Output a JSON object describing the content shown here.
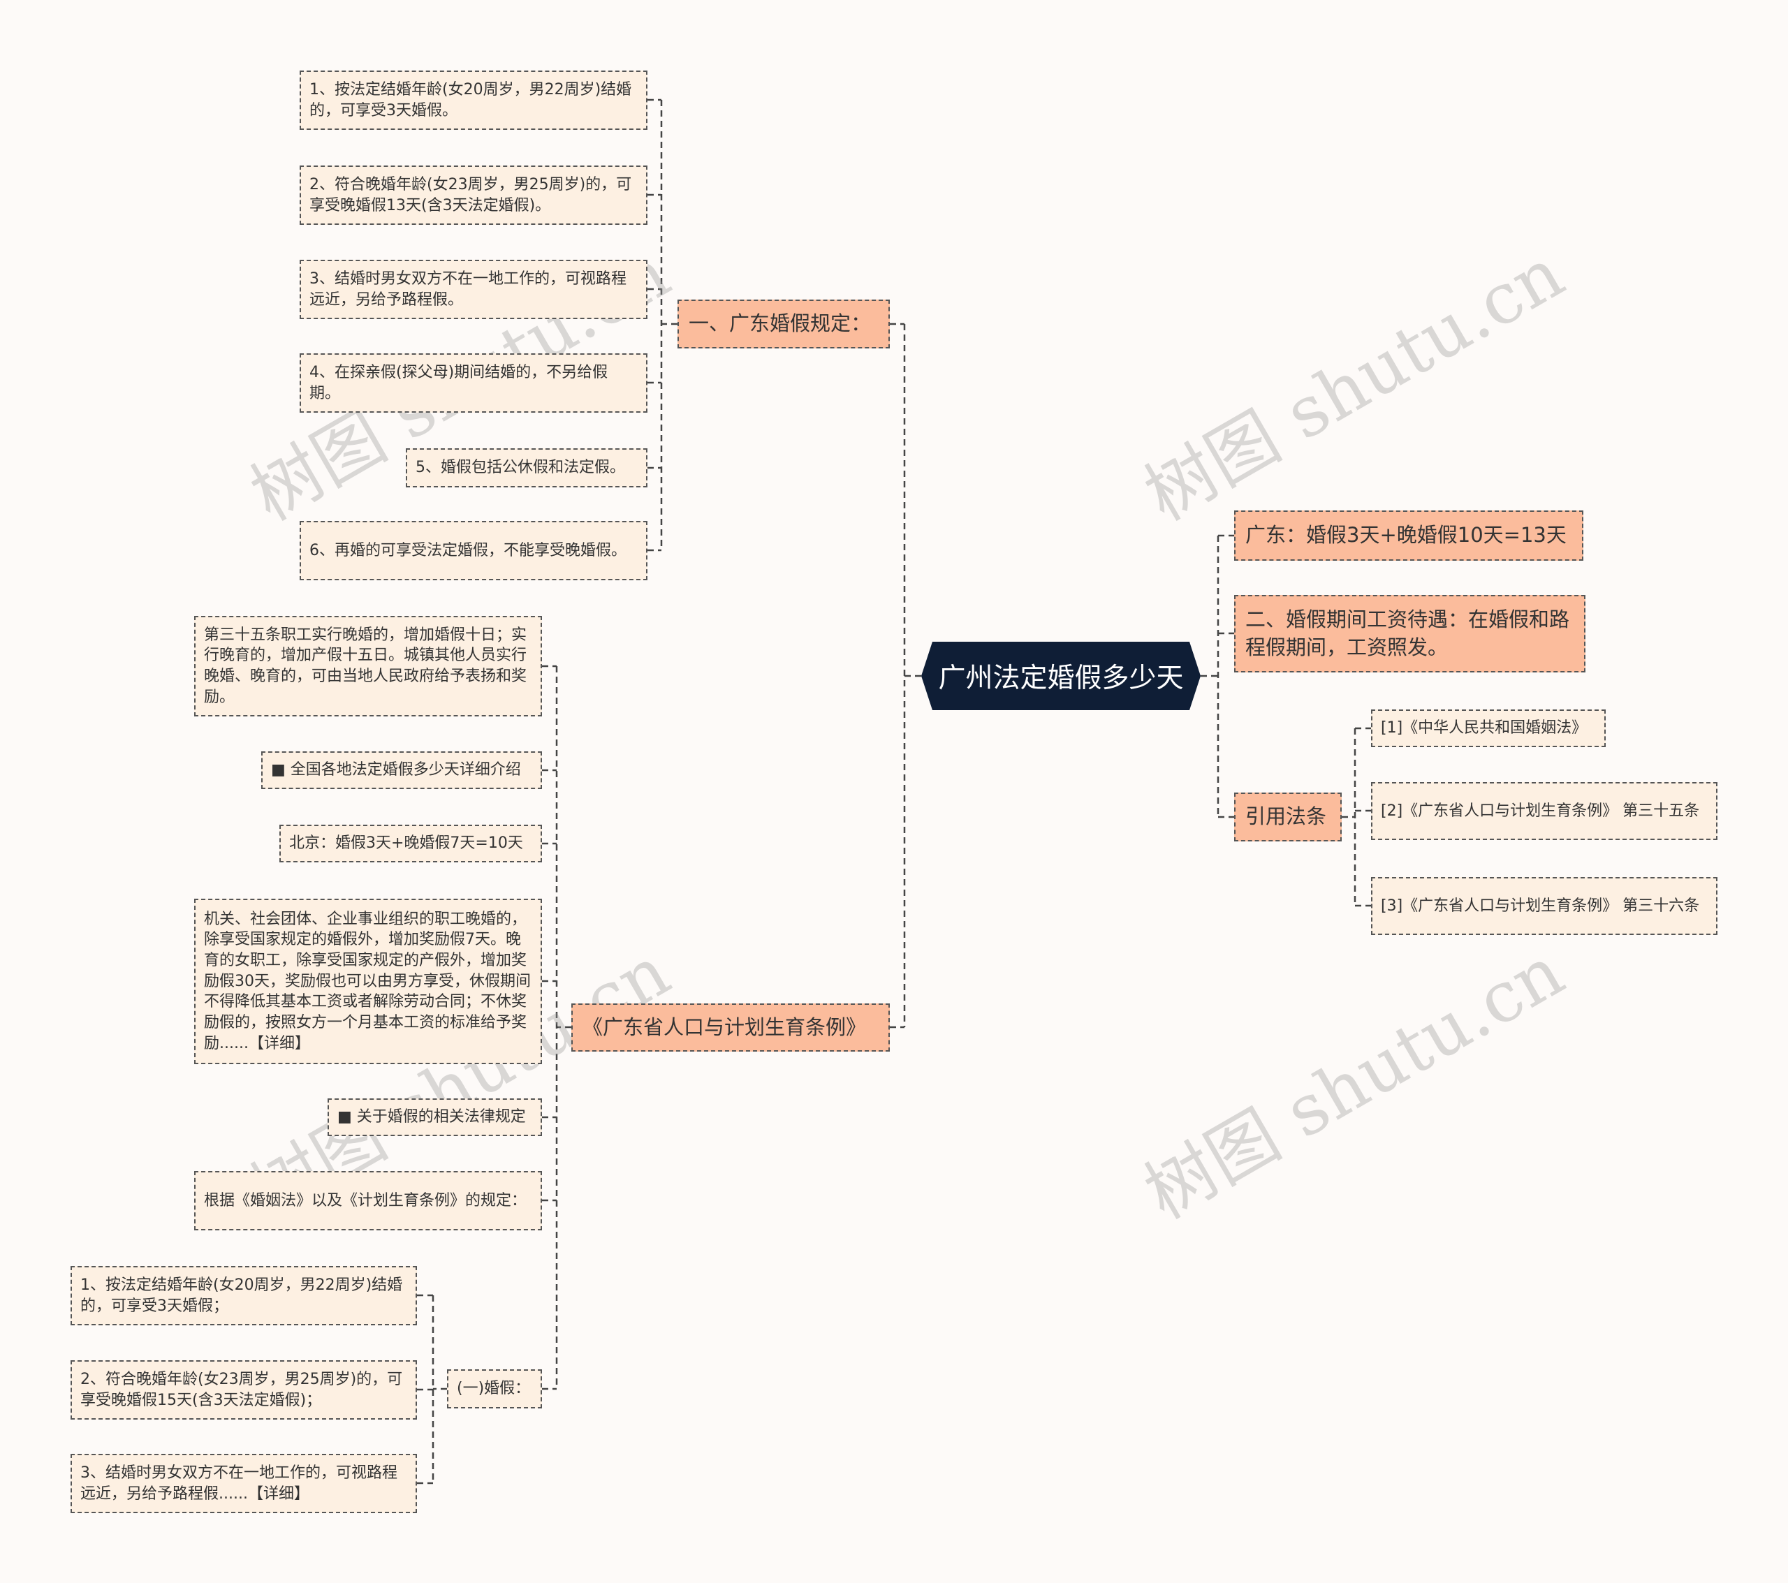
{
  "watermark": "树图 shutu.cn",
  "center": "广州法定婚假多少天",
  "branch1": {
    "label": "一、广东婚假规定：",
    "items": [
      "1、按法定结婚年龄(女20周岁，男22周岁)结婚的，可享受3天婚假。",
      "2、符合晚婚年龄(女23周岁，男25周岁)的，可享受晚婚假13天(含3天法定婚假)。",
      "3、结婚时男女双方不在一地工作的，可视路程远近，另给予路程假。",
      "4、在探亲假(探父母)期间结婚的，不另给假期。",
      "5、婚假包括公休假和法定假。",
      "6、再婚的可享受法定婚假，不能享受晚婚假。"
    ]
  },
  "branch2": {
    "label": "《广东省人口与计划生育条例》",
    "items": [
      "第三十五条职工实行晚婚的，增加婚假十日；实行晚育的，增加产假十五日。城镇其他人员实行晚婚、晚育的，可由当地人民政府给予表扬和奖励。",
      "■ 全国各地法定婚假多少天详细介绍",
      "北京：婚假3天+晚婚假7天=10天",
      "机关、社会团体、企业事业组织的职工晚婚的，除享受国家规定的婚假外，增加奖励假7天。晚育的女职工，除享受国家规定的产假外，增加奖励假30天，奖励假也可以由男方享受，休假期间不得降低其基本工资或者解除劳动合同；不休奖励假的，按照女方一个月基本工资的标准给予奖励......【详细】",
      "■ 关于婚假的相关法律规定",
      "根据《婚姻法》以及《计划生育条例》的规定："
    ],
    "sub": {
      "label": "(一)婚假：",
      "items": [
        "1、按法定结婚年龄(女20周岁，男22周岁)结婚的，可享受3天婚假；",
        "2、符合晚婚年龄(女23周岁，男25周岁)的，可享受晚婚假15天(含3天法定婚假)；",
        "3、结婚时男女双方不在一地工作的，可视路程远近，另给予路程假......【详细】"
      ]
    }
  },
  "right": {
    "guangdong": "广东：婚假3天+晚婚假10天=13天",
    "salary": "二、婚假期间工资待遇：在婚假和路程假期间，工资照发。",
    "refs": {
      "label": "引用法条",
      "items": [
        "[1]《中华人民共和国婚姻法》",
        "[2]《广东省人口与计划生育条例》 第三十五条",
        "[3]《广东省人口与计划生育条例》 第三十六条"
      ]
    }
  }
}
